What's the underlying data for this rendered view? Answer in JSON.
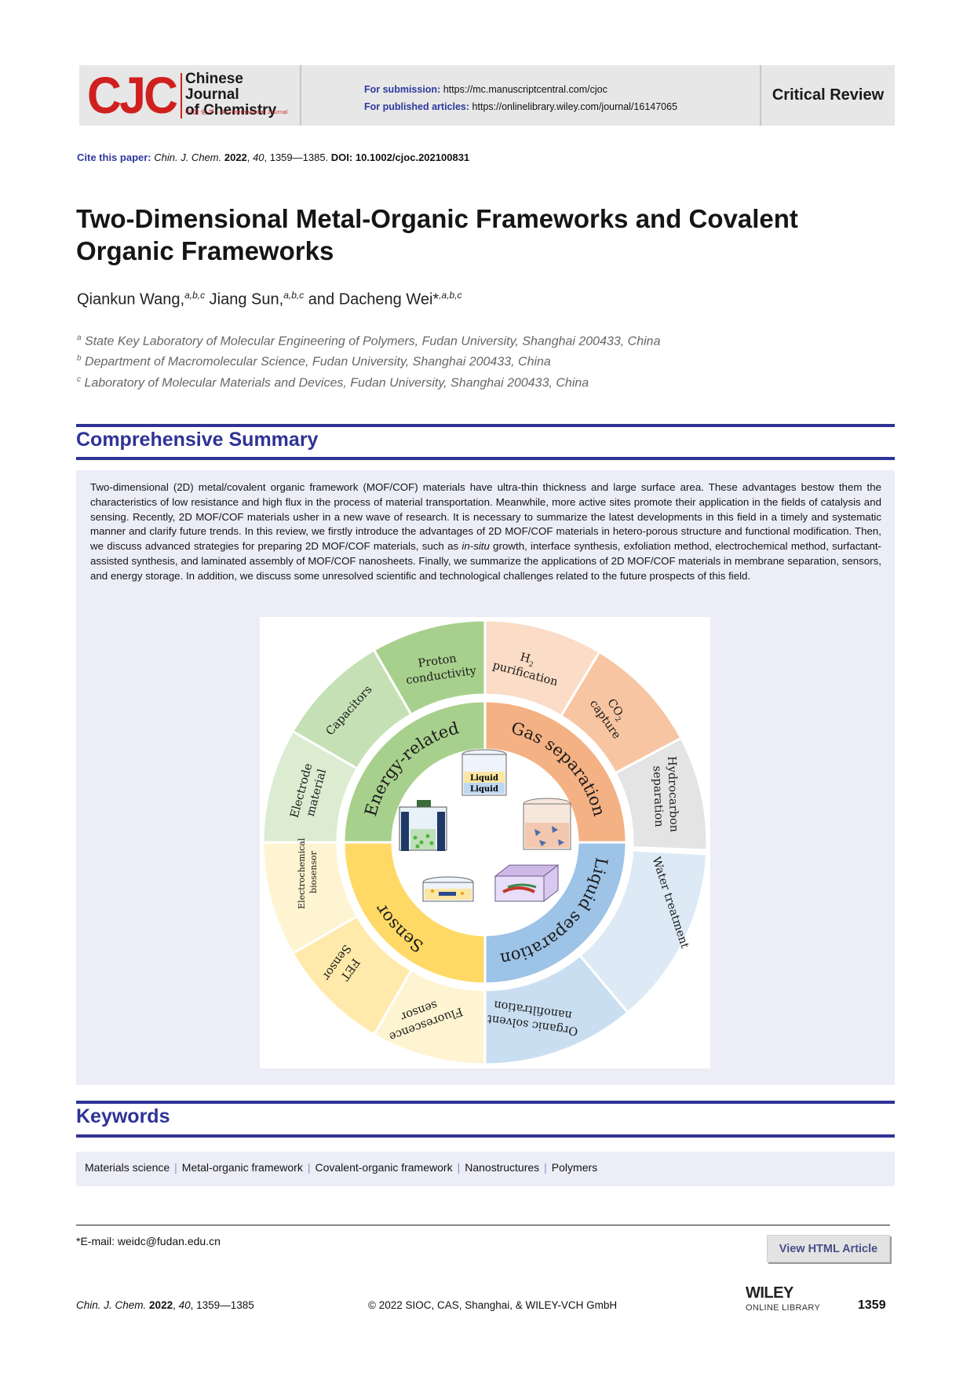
{
  "header": {
    "logo_letters": "CJC",
    "logo_name_line1": "Chinese Journal",
    "logo_name_line2": "of Chemistry",
    "logo_subtitle": "中 国 化 学 · An International Journal",
    "submission_label": "For submission:",
    "submission_url": "https://mc.manuscriptcentral.com/cjoc",
    "published_label": "For published articles:",
    "published_url": "https://onlinelibrary.wiley.com/journal/16147065",
    "article_type": "Critical Review"
  },
  "citation": {
    "label": "Cite this paper:",
    "journal": "Chin. J. Chem.",
    "year": "2022",
    "volume": "40",
    "pages": "1359—1385.",
    "doi": "DOI: 10.1002/cjoc.202100831"
  },
  "article": {
    "title": "Two-Dimensional Metal-Organic Frameworks and Covalent Organic Frameworks",
    "authors": [
      {
        "name": "Qiankun Wang,",
        "sup": "a,b,c"
      },
      {
        "name": " Jiang Sun,",
        "sup": "a,b,c"
      },
      {
        "name": " and Dacheng Wei*",
        "sup": ",a,b,c"
      }
    ],
    "affiliations": [
      {
        "sup": "a",
        "text": "State Key Laboratory of Molecular Engineering of Polymers, Fudan University, Shanghai 200433, China"
      },
      {
        "sup": "b",
        "text": "Department of Macromolecular Science, Fudan University, Shanghai 200433, China"
      },
      {
        "sup": "c",
        "text": "Laboratory of Molecular Materials and Devices, Fudan University, Shanghai 200433, China"
      }
    ]
  },
  "summary": {
    "heading": "Comprehensive Summary",
    "text_part1": "Two-dimensional (2D) metal/covalent organic framework (MOF/COF) materials have ultra-thin thickness and large surface area. These advantages bestow them the characteristics of low resistance and high flux in the process of material transportation. Meanwhile, more active sites promote their application in the fields of catalysis and sensing. Recently, 2D MOF/COF materials usher in a new wave of research. It is necessary to summarize the latest developments in this field in a timely and systematic manner and clarify future trends. In this review, we firstly introduce the advantages of 2D MOF/COF materials in hetero-porous structure and functional modification. Then, we discuss advanced strategies for preparing 2D MOF/COF materials, such as ",
    "text_italic": "in-situ",
    "text_part2": " growth, interface synthesis, exfoliation method, electrochemical method, surfactant-assisted synthesis, and laminated assembly of MOF/COF nanosheets. Finally, we summarize the applications of 2D MOF/COF materials in membrane separation, sensors, and energy storage. In addition, we discuss some unresolved scientific and technological challenges related to the future prospects of this field."
  },
  "figure": {
    "inner_labels": [
      "Energy-related",
      "Gas separation",
      "Liquid separation",
      "Sensor"
    ],
    "outer_labels": {
      "proton": [
        "Proton",
        "conductivity"
      ],
      "h2": [
        "H",
        "purification"
      ],
      "co2": [
        "CO",
        "capture"
      ],
      "hydro": [
        "Hydrocarbon",
        "separation"
      ],
      "water": [
        "Water treatment"
      ],
      "organic": [
        "Organic solvent",
        "nanofiltration"
      ],
      "fluor": [
        "Fluorescence",
        "sensor"
      ],
      "fet": [
        "FET",
        "Sensor"
      ],
      "electrochem": [
        "Electrochemical",
        "biosensor"
      ],
      "electrode": [
        "Electrode",
        "material"
      ],
      "capacitors": [
        "Capacitors"
      ]
    },
    "subscript_two": "2",
    "beaker_label_top": "Liquid",
    "beaker_label_bottom": "Liquid",
    "colors": {
      "energy": "#a8d08d",
      "gas": "#f4b183",
      "liquid": "#9dc3e6",
      "sensor": "#ffd966"
    }
  },
  "keywords": {
    "heading": "Keywords",
    "items": [
      "Materials science",
      "Metal-organic framework",
      "Covalent-organic framework",
      "Nanostructures",
      "Polymers"
    ]
  },
  "footer": {
    "email": "*E-mail: weidc@fudan.edu.cn",
    "view_html_label": "View HTML Article",
    "journal": "Chin. J. Chem.",
    "year": "2022",
    "volume": "40",
    "pages": "1359—1385",
    "copyright": "© 2022 SIOC, CAS, Shanghai, & WILEY-VCH GmbH",
    "publisher_top": "WILEY",
    "publisher_bottom": "ONLINE LIBRARY",
    "page_number": "1359"
  }
}
